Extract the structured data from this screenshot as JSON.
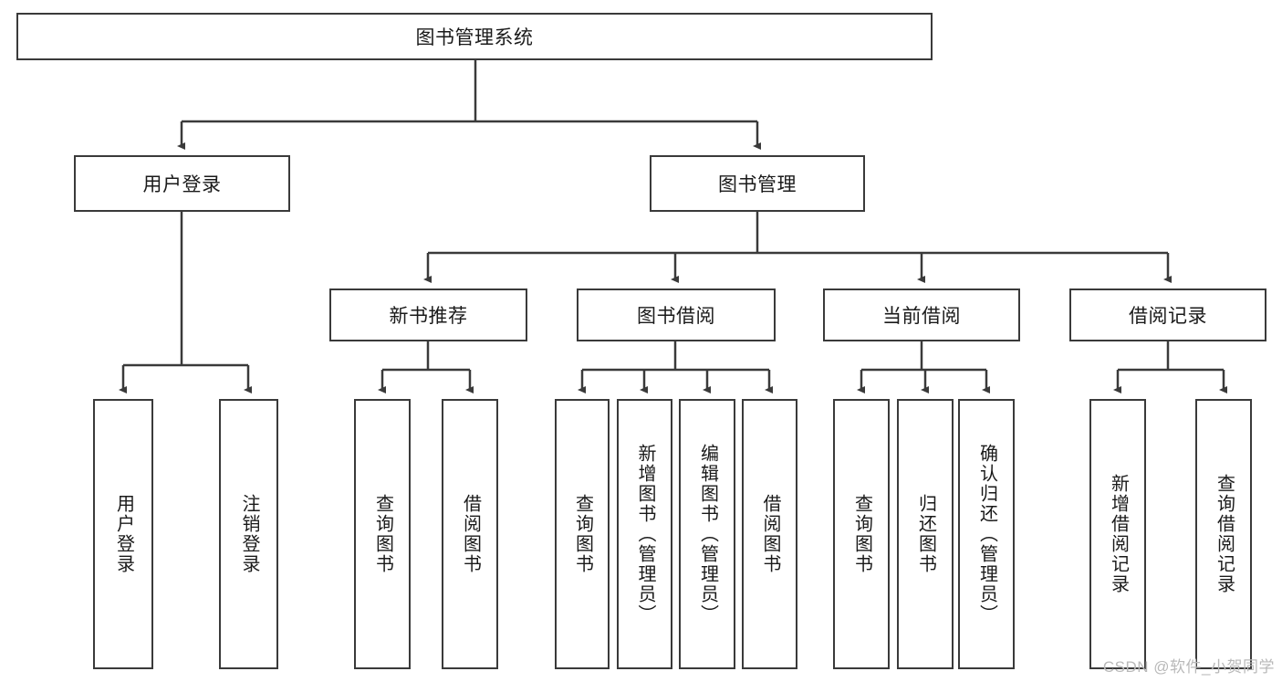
{
  "diagram": {
    "title_node": {
      "label": "图书管理系统"
    },
    "level2": [
      {
        "label": "用户登录"
      },
      {
        "label": "图书管理"
      }
    ],
    "level3": [
      {
        "label": "新书推荐"
      },
      {
        "label": "图书借阅"
      },
      {
        "label": "当前借阅"
      },
      {
        "label": "借阅记录"
      }
    ],
    "leaves": {
      "user_login": [
        {
          "label": "用户登录"
        },
        {
          "label": "注销登录"
        }
      ],
      "new_book_recommend": [
        {
          "label": "查询图书"
        },
        {
          "label": "借阅图书"
        }
      ],
      "book_borrow": [
        {
          "label": "查询图书"
        },
        {
          "label": "新增图书（管理员）"
        },
        {
          "label": "编辑图书（管理员）"
        },
        {
          "label": "借阅图书"
        }
      ],
      "current_borrow": [
        {
          "label": "查询图书"
        },
        {
          "label": "归还图书"
        },
        {
          "label": "确认归还（管理员）"
        }
      ],
      "borrow_record": [
        {
          "label": "新增借阅记录"
        },
        {
          "label": "查询借阅记录"
        }
      ]
    }
  },
  "watermark": {
    "text": "CSDN @软件_小贺同学"
  },
  "colors": {
    "box_border": "#3a3a3a",
    "connector": "#3a3a3a",
    "text": "#1a1a1a",
    "watermark": "#b9b9b9",
    "background": "#ffffff"
  }
}
